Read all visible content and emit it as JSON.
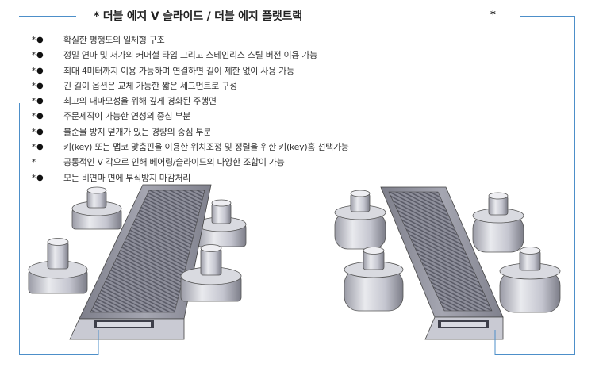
{
  "title": "* 더블 에지 V 슬라이드 / 더블 에지 플랫트랙",
  "title_right_mark": "*",
  "features": [
    {
      "bullet": "*●",
      "text": "확실한 평행도의 일체형 구조"
    },
    {
      "bullet": "*●",
      "text": "정밀 연마 및 저가의 커머셜 타입 그리고 스테인리스 스틸 버전 이용 가능"
    },
    {
      "bullet": "*●",
      "text": "최대 4미터까지 이용 가능하며 연결하면 길이 제한 없이 사용 가능"
    },
    {
      "bullet": "*●",
      "text": "긴 길이 옵션은 교체 가능한 짧은 세그먼트로 구성"
    },
    {
      "bullet": "*●",
      "text": "최고의 내마모성을 위해 깊게 경화된 주행면"
    },
    {
      "bullet": "*●",
      "text": "주문제작이 가능한 연성의 중심 부분"
    },
    {
      "bullet": "*●",
      "text": "불순물 방지 덮개가 있는 경량의 중심 부분"
    },
    {
      "bullet": "*●",
      "text": "키(key) 또는 맵코 맞춤핀을 이용한 위치조정 및 정렬을 위한 키(key)홈 선택가능"
    },
    {
      "bullet": "*",
      "text": "공통적인 V 각으로 인해 베어링/슬라이드의 다양한 조합이 가능"
    },
    {
      "bullet": "*●",
      "text": "모든 비연마 면에 부식방지 마감처리"
    }
  ],
  "colors": {
    "frame": "#4d8fc9",
    "metal_light": "#e4e5ea",
    "metal_mid": "#b9bac4",
    "metal_dark": "#6d6e7a"
  }
}
